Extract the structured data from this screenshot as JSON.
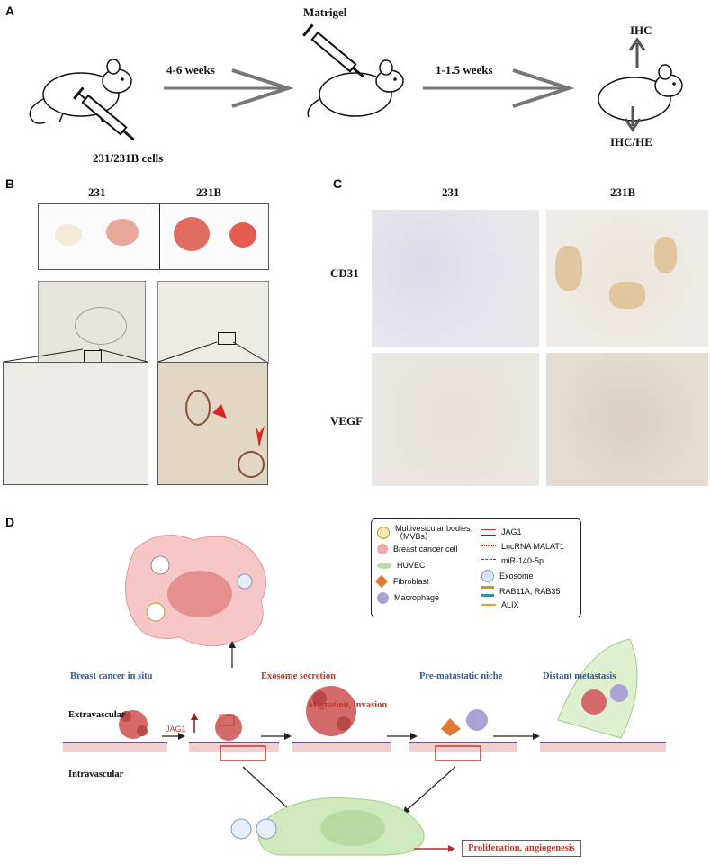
{
  "panel_a": {
    "label": "A",
    "step1_time": "4-6 weeks",
    "step2_time": "1-1.5 weeks",
    "injection_label": "Matrigel",
    "cells_label": "231/231B cells",
    "out_top": "IHC",
    "out_bottom": "IHC/HE"
  },
  "panel_b": {
    "label": "B",
    "col1": "231",
    "col2": "231B"
  },
  "panel_c": {
    "label": "C",
    "col1": "231",
    "col2": "231B",
    "row1": "CD31",
    "row2": "VEGF"
  },
  "panel_d": {
    "label": "D",
    "legend": [
      {
        "label": "Multivesicular bodies（MVBs）",
        "icon": "mvb-icon"
      },
      {
        "label": "Breast cancer cell",
        "icon": "cancer-cell-icon"
      },
      {
        "label": "HUVEC",
        "icon": "huvec-icon"
      },
      {
        "label": "Fibroblast",
        "icon": "fibroblast-icon"
      },
      {
        "label": "Macrophage",
        "icon": "macrophage-icon"
      },
      {
        "label": "JAG1",
        "icon": "dna-icon"
      },
      {
        "label": "LncRNA MALAT1",
        "icon": "rna-icon"
      },
      {
        "label": "miR-140-5p",
        "icon": "mirna-icon"
      },
      {
        "label": "Exosome",
        "icon": "exosome-icon"
      },
      {
        "label": "RAB11A, RAB35",
        "icon": "rab-icon"
      },
      {
        "label": "ALIX",
        "icon": "alix-icon"
      }
    ],
    "stage1": "Breast cancer in situ",
    "stage2": "Exosome secretion",
    "stage3": "Migration, invasion",
    "stage4": "Pre-matastatic niche",
    "stage5": "Distant metastasis",
    "extravascular": "Extravascular",
    "intravascular": "Intravascular",
    "jag1": "JAG1",
    "outcome": "Proliferation, angiogenesis"
  }
}
